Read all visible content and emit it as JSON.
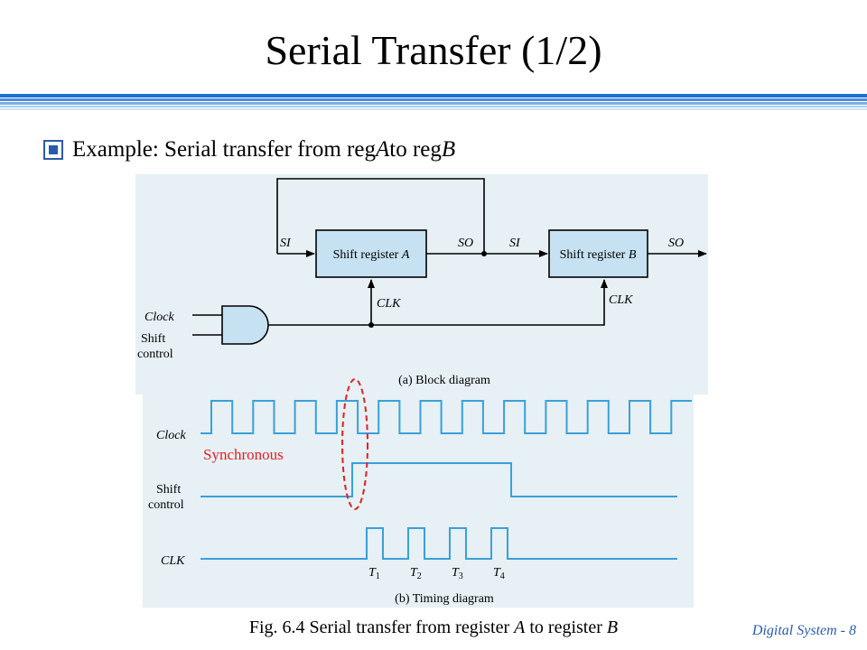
{
  "slide": {
    "title": "Serial Transfer (1/2)",
    "bullet": {
      "prefix": "Example: Serial transfer from reg ",
      "reg_a": "A",
      "middle": " to reg ",
      "reg_b": "B"
    },
    "caption": {
      "prefix": "Fig. 6.4 Serial transfer from register ",
      "reg_a": "A",
      "middle": " to register ",
      "reg_b": "B"
    },
    "footer": "Digital System - 8"
  },
  "block_diagram": {
    "caption": "(a) Block diagram",
    "register_a": {
      "prefix": "Shift register ",
      "name": "A"
    },
    "register_b": {
      "prefix": "Shift register ",
      "name": "B"
    },
    "labels": {
      "si_a": "SI",
      "so_a": "SO",
      "si_b": "SI",
      "so_b": "SO",
      "clk_a": "CLK",
      "clk_b": "CLK",
      "clock": "Clock",
      "shift_line1": "Shift",
      "shift_line2": "control"
    }
  },
  "timing_diagram": {
    "caption": "(b) Timing diagram",
    "signals": {
      "clock": "Clock",
      "shift_line1": "Shift",
      "shift_line2": "control",
      "clk": "CLK"
    },
    "pulses": [
      "T1",
      "T2",
      "T3",
      "T4"
    ],
    "pulse_letter": "T",
    "pulse_subs": [
      "1",
      "2",
      "3",
      "4"
    ],
    "annotation": "Synchronous"
  },
  "colors": {
    "title_bar": "#1e6fd0",
    "bullet": "#2a5ba8",
    "diagram_bg": "#e6f0f5",
    "register_fill": "#c6e2f2",
    "waveform": "#3aa0d8",
    "annotation": "#e02020",
    "footer": "#2a5ba8"
  }
}
